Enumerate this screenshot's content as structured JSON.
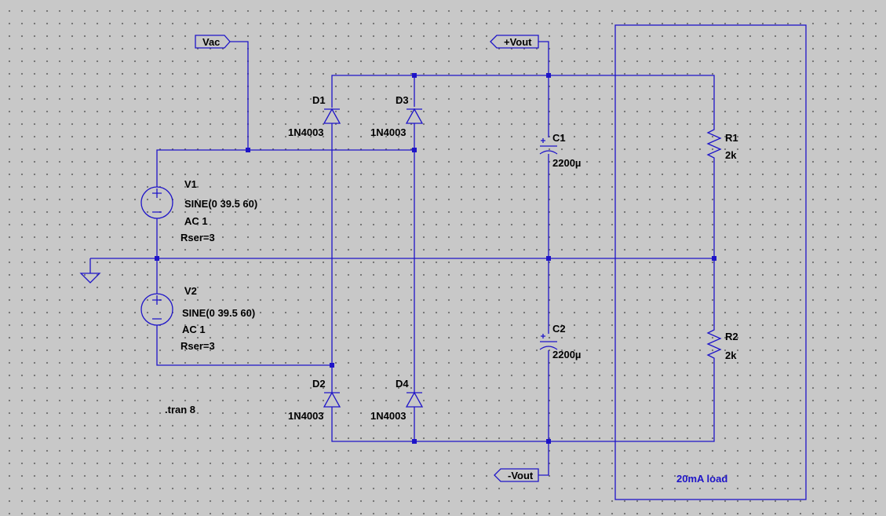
{
  "net_labels": {
    "vac": "Vac",
    "vout_pos": "+Vout",
    "vout_neg": "-Vout"
  },
  "components": {
    "d1": {
      "ref": "D1",
      "value": "1N4003"
    },
    "d2": {
      "ref": "D2",
      "value": "1N4003"
    },
    "d3": {
      "ref": "D3",
      "value": "1N4003"
    },
    "d4": {
      "ref": "D4",
      "value": "1N4003"
    },
    "c1": {
      "ref": "C1",
      "value": "2200µ"
    },
    "c2": {
      "ref": "C2",
      "value": "2200µ"
    },
    "r1": {
      "ref": "R1",
      "value": "2k"
    },
    "r2": {
      "ref": "R2",
      "value": "2k"
    },
    "v1": {
      "ref": "V1",
      "line1": "SINE(0 39.5 60)",
      "line2": "AC 1",
      "line3": "Rser=3"
    },
    "v2": {
      "ref": "V2",
      "line1": "SINE(0 39.5 60)",
      "line2": "AC 1",
      "line3": "Rser=3"
    }
  },
  "directives": {
    "tran": ".tran 8"
  },
  "annotations": {
    "load_box": "20mA load"
  },
  "colors": {
    "wire": "#1e14c8",
    "background": "#c8c8c8",
    "text": "#000000"
  }
}
